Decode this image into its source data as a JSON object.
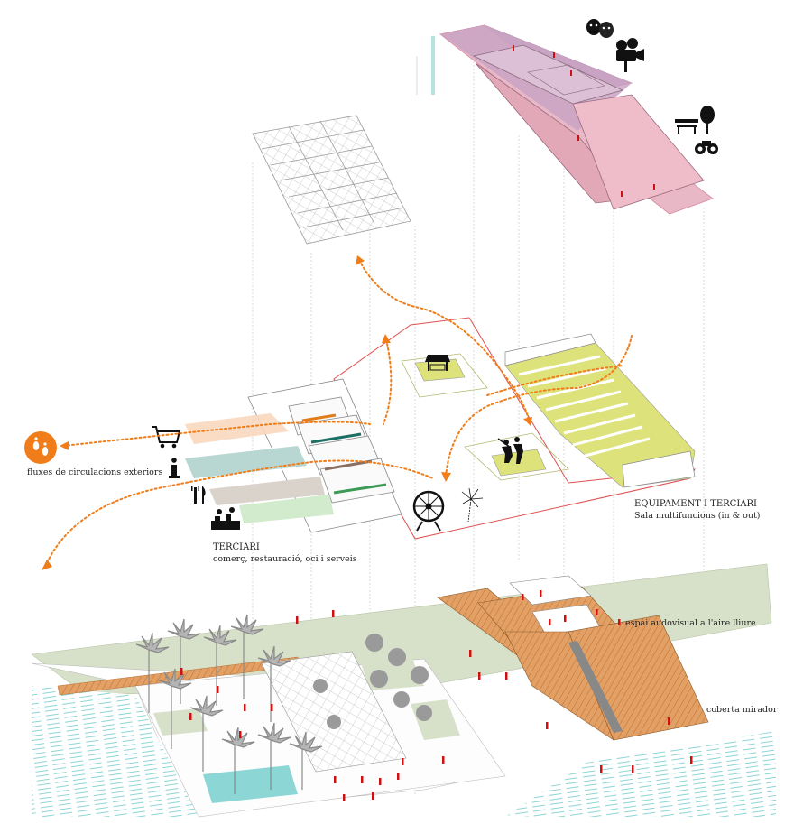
{
  "labels": {
    "flows": "fluxes de circulacions exteriors",
    "terciari_title": "TERCIARI",
    "terciari_sub": "comerç, restauració, oci i serveis",
    "equip_title": "EQUIPAMENT I TERCIARI",
    "equip_sub": "Sala multifuncions (in & out)",
    "audiovisual": "espai audovisual a l'aire lliure",
    "coberta": "coberta mirador"
  },
  "icons": [
    "theater-masks-icon",
    "film-camera-icon",
    "bench-tree-icon",
    "binoculars-icon",
    "shopping-cart-icon",
    "info-icon",
    "fork-knife-icon",
    "services-icon",
    "market-stall-icon",
    "dancers-icon",
    "ferris-wheel-icon",
    "fireworks-icon",
    "footprints-icon"
  ],
  "colors": {
    "pink_roof": "#e9b4c4",
    "mauve_roof": "#c9a3c3",
    "red_outline": "#e05050",
    "yellow_green": "#dde27a",
    "orange_flow": "#f07d1a",
    "wood": "#e3a065",
    "grass": "#d7e1c9",
    "water": "#8dd6d6",
    "people": "#d01010"
  }
}
